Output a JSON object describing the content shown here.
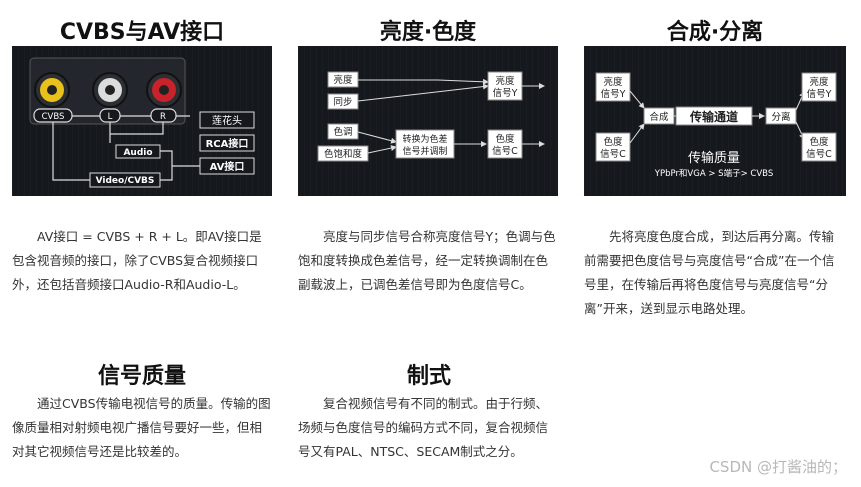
{
  "sections": {
    "cvbs": {
      "title": "CVBS与AV接口",
      "jack_labels": [
        "CVBS",
        "L",
        "R"
      ],
      "tag_lotus": "莲花头",
      "tag_audio": "Audio",
      "tag_rca": "RCA接口",
      "tag_video": "Video/CVBS",
      "tag_av": "AV接口",
      "colors": {
        "yellow": "#e8c21a",
        "white": "#dcdcdc",
        "red": "#c8232a"
      },
      "text": "AV接口 = CVBS + R + L。即AV接口是包含视音频的接口，除了CVBS复合视频接口外，还包括音频接口Audio-R和Audio-L。"
    },
    "lum": {
      "title": "亮度·色度",
      "box_lum": "亮度",
      "box_sync": "同步",
      "box_hue": "色调",
      "box_sat": "色饱和度",
      "box_convert_1": "转换为色差",
      "box_convert_2": "信号并调制",
      "out_lum_1": "亮度",
      "out_lum_2": "信号Y",
      "out_chroma_1": "色度",
      "out_chroma_2": "信号C",
      "text": "亮度与同步信号合称亮度信号Y；色调与色饱和度转换成色差信号，经一定转换调制在色副载波上，已调色差信号即为色度信号C。"
    },
    "combine": {
      "title": "合成·分离",
      "in_lum_1": "亮度",
      "in_lum_2": "信号Y",
      "in_chroma_1": "色度",
      "in_chroma_2": "信号C",
      "combine": "合成",
      "channel": "传输通道",
      "split": "分离",
      "out_lum_1": "亮度",
      "out_lum_2": "信号Y",
      "out_chroma_1": "色度",
      "out_chroma_2": "信号C",
      "quality": "传输质量",
      "ranking": "YPbPr和VGA > S端子> CVBS",
      "text": "先将亮度色度合成，到达后再分离。传输前需要把色度信号与亮度信号“合成”在一个信号里，在传输后再将色度信号与亮度信号“分离”开来，送到显示电路处理。"
    },
    "quality": {
      "title": "信号质量",
      "text": "通过CVBS传输电视信号的质量。传输的图像质量相对射频电视广播信号要好一些，但相对其它视频信号还是比较差的。"
    },
    "format": {
      "title": "制式",
      "text": "复合视频信号有不同的制式。由于行频、场频与色度信号的编码方式不同，复合视频信号又有PAL、NTSC、SECAM制式之分。"
    }
  },
  "watermark": "CSDN @打酱油的；"
}
